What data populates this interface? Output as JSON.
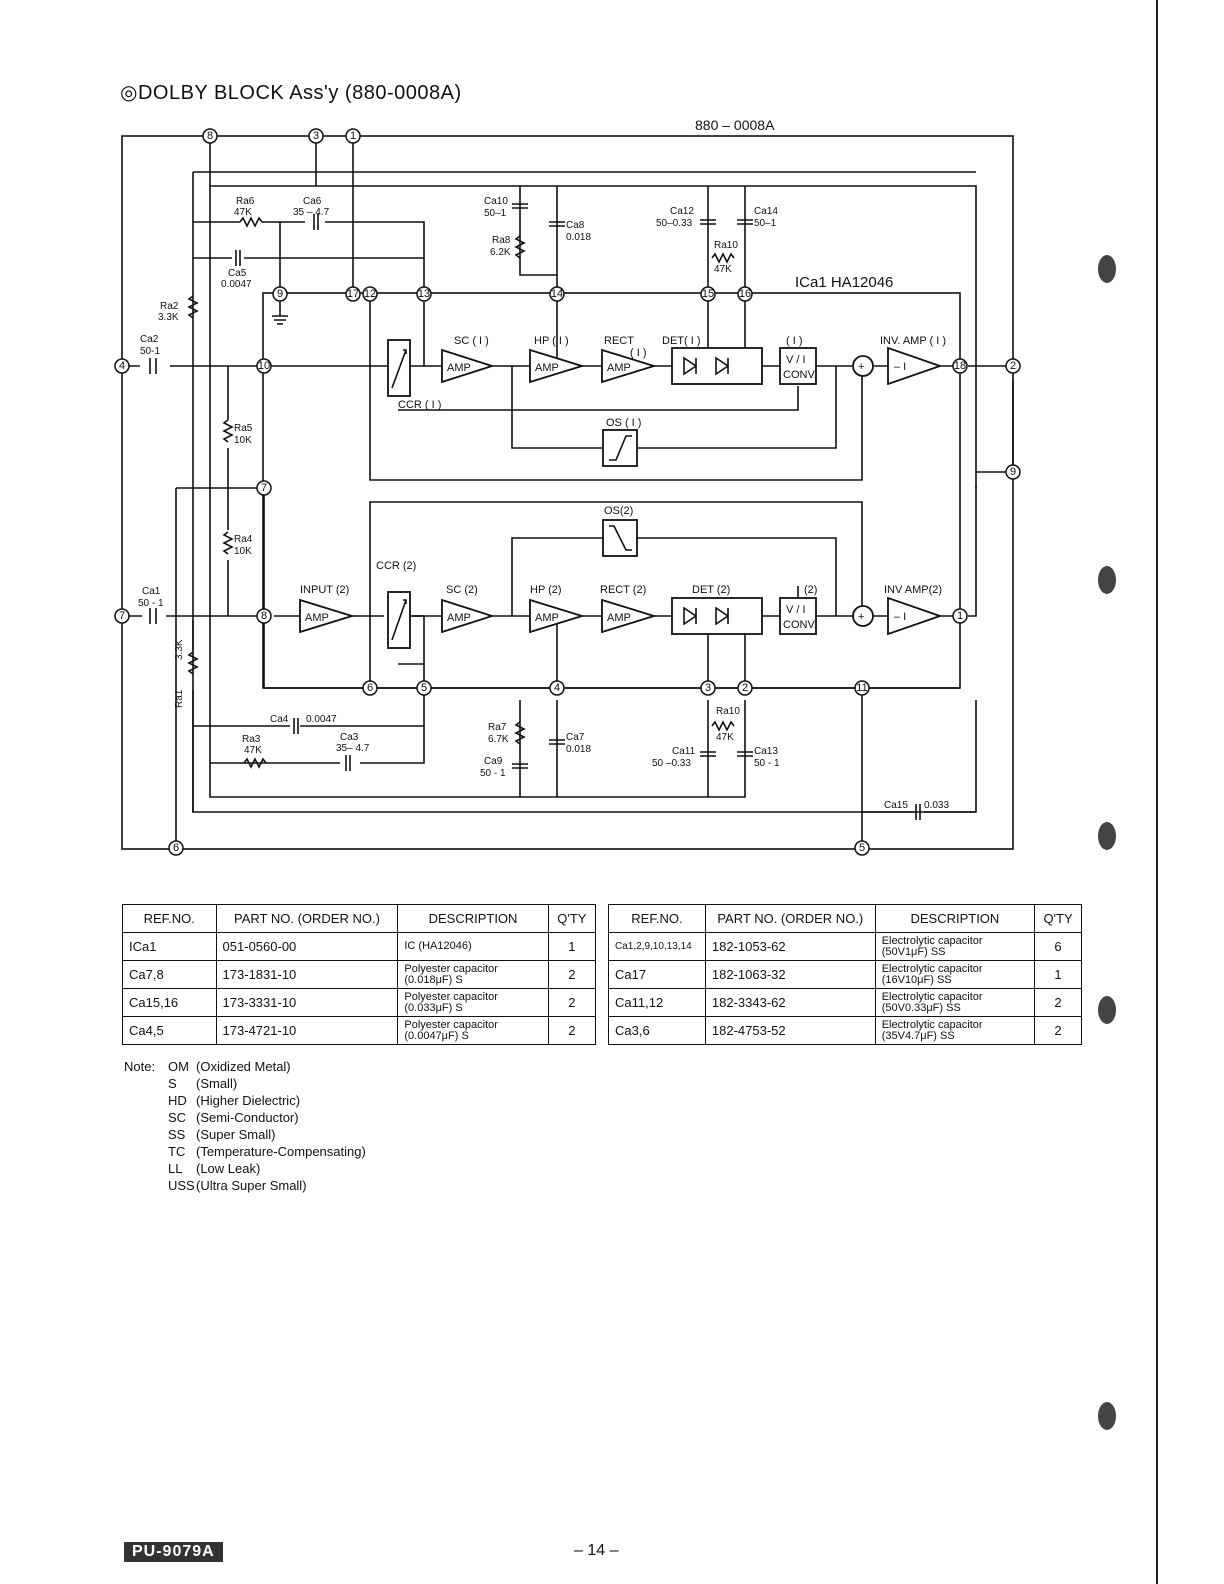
{
  "title": "◎DOLBY BLOCK Ass'y (880-0008A)",
  "schematic": {
    "board_label": "880 – 0008A",
    "ic_label": "ICa1   HA12046",
    "pins": {
      "p8_top": "8",
      "p3_top": "3",
      "p1_top": "1",
      "p9": "9",
      "p17": "17",
      "p12": "12",
      "p13": "13",
      "p14": "14",
      "p15": "15",
      "p16": "16",
      "p10": "10",
      "p18": "18",
      "p4": "4",
      "p2": "2",
      "p9_right": "9",
      "p7_mid": "7",
      "p7_left": "7",
      "p8_mid": "8",
      "p1_right": "1",
      "p6": "6",
      "p5": "5",
      "p4_bot": "4",
      "p3_bot": "3",
      "p2_bot": "2",
      "p11": "11",
      "p6_bot": "6",
      "p5_bot": "5"
    },
    "components": {
      "ra6": "Ra6",
      "ra6_val": "47K",
      "ca6": "Ca6",
      "ca6_val": "35 – 4.7",
      "ca5": "Ca5",
      "ca5_val": "0.0047",
      "ra2": "Ra2",
      "ra2_val": "3.3K",
      "ca2": "Ca2",
      "ca2_val": "50-1",
      "ra5": "Ra5",
      "ra5_val": "10K",
      "ra4": "Ra4",
      "ra4_val": "10K",
      "ca1": "Ca1",
      "ca1_val": "50 - 1",
      "ra1": "Ra1",
      "ra1_val": "3.3K",
      "ca10": "Ca10",
      "ca10_val": "50–1",
      "ca8": "Ca8",
      "ca8_val": "0.018",
      "ra8": "Ra8",
      "ra8_val": "6.2K",
      "ca12": "Ca12",
      "ca12_val": "50–0.33",
      "ca14": "Ca14",
      "ca14_val": "50–1",
      "ra10_top": "Ra10",
      "ra10_top_val": "47K",
      "ca4": "Ca4",
      "ca4_val": "0.0047",
      "ra3": "Ra3",
      "ra3_val": "47K",
      "ca3": "Ca3",
      "ca3_val": "35– 4.7",
      "ra7": "Ra7",
      "ra7_val": "6.7K",
      "ca7": "Ca7",
      "ca7_val": "0.018",
      "ca9": "Ca9",
      "ca9_val": "50 - 1",
      "ra10_bot": "Ra10",
      "ra10_bot_val": "47K",
      "ca11": "Ca11",
      "ca11_val": "50 –0.33",
      "ca13": "Ca13",
      "ca13_val": "50 - 1",
      "ca15": "Ca15",
      "ca15_val": "0.033"
    },
    "blocks": {
      "sc1": "SC ( I )",
      "hp1": "HP ( I )",
      "rect1": "RECT",
      "rect1_sub": "( I )",
      "det1": "DET( I )",
      "conv1_top": "( I )",
      "inv1": "INV. AMP ( I )",
      "ccr1": "CCR ( I )",
      "os1": "OS ( I )",
      "os2": "OS(2)",
      "ccr2": "CCR (2)",
      "input2": "INPUT (2)",
      "sc2": "SC (2)",
      "hp2": "HP (2)",
      "rect2": "RECT (2)",
      "det2": "DET (2)",
      "conv2_top": "(2)",
      "inv2": "INV AMP(2)",
      "amp": "AMP",
      "conv_a": "V / I",
      "conv_b": "CONV.",
      "inv_gain": "– I",
      "sum": "+"
    }
  },
  "table_left": {
    "headers": [
      "REF.NO.",
      "PART NO. (ORDER NO.)",
      "DESCRIPTION",
      "Q'TY"
    ],
    "rows": [
      {
        "ref": "ICa1",
        "part": "051-0560-00",
        "desc": "IC (HA12046)",
        "qty": "1"
      },
      {
        "ref": "Ca7,8",
        "part": "173-1831-10",
        "desc": "Polyester capacitor (0.018μF) S",
        "qty": "2"
      },
      {
        "ref": "Ca15,16",
        "part": "173-3331-10",
        "desc": "Polyester capacitor (0.033μF) S",
        "qty": "2"
      },
      {
        "ref": "Ca4,5",
        "part": "173-4721-10",
        "desc": "Polyester capacitor (0.0047μF) S",
        "qty": "2"
      }
    ]
  },
  "table_right": {
    "headers": [
      "REF.NO.",
      "PART NO. (ORDER NO.)",
      "DESCRIPTION",
      "Q'TY"
    ],
    "rows": [
      {
        "ref": "Ca1,2,9,10,13,14",
        "part": "182-1053-62",
        "desc": "Electrolytic capacitor (50V1μF) SS",
        "qty": "6"
      },
      {
        "ref": "Ca17",
        "part": "182-1063-32",
        "desc": "Electrolytic capacitor (16V10μF) SS",
        "qty": "1"
      },
      {
        "ref": "Ca11,12",
        "part": "182-3343-62",
        "desc": "Electrolytic capacitor (50V0.33μF) SS",
        "qty": "2"
      },
      {
        "ref": "Ca3,6",
        "part": "182-4753-52",
        "desc": "Electrolytic capacitor (35V4.7μF) SS",
        "qty": "2"
      }
    ]
  },
  "notes": {
    "lead": "Note:",
    "items": [
      {
        "k": "OM",
        "v": "(Oxidized Metal)"
      },
      {
        "k": "S",
        "v": "(Small)"
      },
      {
        "k": "HD",
        "v": "(Higher Dielectric)"
      },
      {
        "k": "SC",
        "v": "(Semi-Conductor)"
      },
      {
        "k": "SS",
        "v": "(Super Small)"
      },
      {
        "k": "TC",
        "v": "(Temperature-Compensating)"
      },
      {
        "k": "LL",
        "v": "(Low Leak)"
      },
      {
        "k": "USS",
        "v": "(Ultra Super Small)"
      }
    ]
  },
  "footer": {
    "model": "PU-9079A",
    "page": "– 14 –"
  }
}
